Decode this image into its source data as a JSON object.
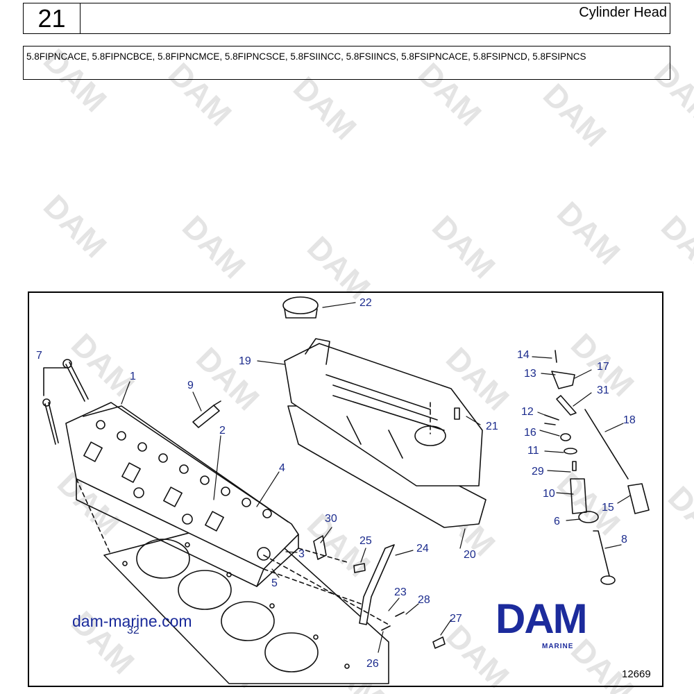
{
  "header": {
    "section_number": "21",
    "title": "Cylinder Head"
  },
  "models": "5.8FIPNCACE, 5.8FIPNCBCE, 5.8FIPNCMCE, 5.8FIPNCSCE, 5.8FSIINCC, 5.8FSIINCS, 5.8FSIPNCACE, 5.8FSIPNCD, 5.8FSIPNCS",
  "diagram": {
    "callouts": [
      "1",
      "2",
      "3",
      "4",
      "5",
      "6",
      "7",
      "8",
      "9",
      "10",
      "11",
      "12",
      "13",
      "14",
      "15",
      "16",
      "17",
      "18",
      "19",
      "20",
      "21",
      "22",
      "23",
      "24",
      "25",
      "26",
      "27",
      "28",
      "29",
      "30",
      "31",
      "32"
    ],
    "site_url": "dam-marine.com",
    "logo": "DAM",
    "logo_sub": "MARINE",
    "reference_number": "12669",
    "watermark_text": "DAM"
  },
  "colors": {
    "callout": "#1a2a8c",
    "logo": "#1c2b9c",
    "watermark": "#e4e4e4"
  }
}
